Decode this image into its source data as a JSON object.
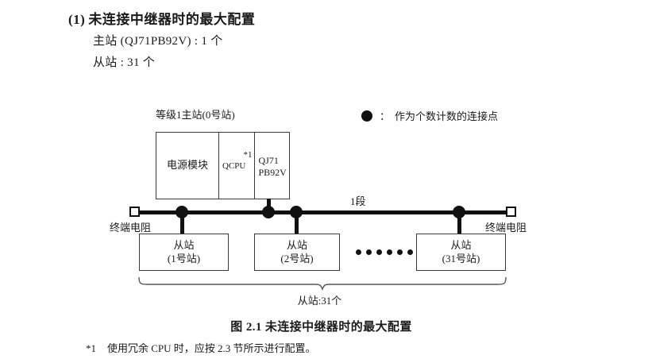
{
  "section": {
    "number": "(1)",
    "title": "未连接中继器时的最大配置",
    "specs": [
      "主站 (QJ71PB92V) : 1 个",
      "从站 : 31 个"
    ]
  },
  "legend": {
    "dot_icon": "filled-circle-icon",
    "colon": "：",
    "text": "作为个数计数的连接点"
  },
  "diagram": {
    "master_label": "等级1主站(0号站)",
    "rack": {
      "psu": "电源模块",
      "cpu": "QCPU",
      "cpu_note_ref": "*1",
      "network_line1": "QJ71",
      "network_line2": "PB92V"
    },
    "bus": {
      "segment_label": "1段",
      "terminator_left": "终端电阻",
      "terminator_right": "终端电阻",
      "terminator_icon": "terminating-resistor-icon"
    },
    "slaves": [
      {
        "title": "从站",
        "station": "(1号站)"
      },
      {
        "title": "从站",
        "station": "(2号站)"
      },
      {
        "title": "从站",
        "station": "(31号站)"
      }
    ],
    "ellipsis_icon": "horizontal-ellipsis-icon",
    "brace_label": "从站:31个"
  },
  "figure": {
    "caption": "图 2.1  未连接中继器时的最大配置"
  },
  "footnote": {
    "mark": "*1",
    "text": "使用冗余 CPU 时，应按 2.3 节所示进行配置。"
  },
  "colors": {
    "ink": "#1a1a1a",
    "line": "#3a3a3a",
    "node": "#111111",
    "background": "#ffffff"
  }
}
